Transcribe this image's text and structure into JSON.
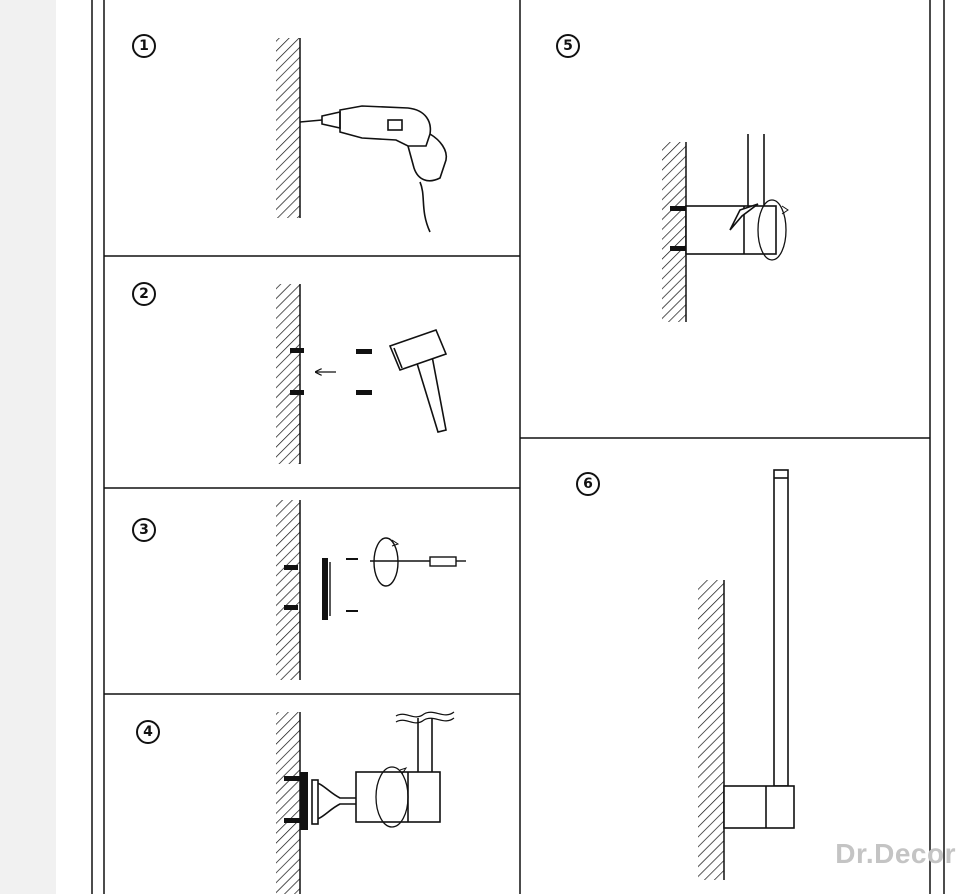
{
  "steps": [
    {
      "number": "1",
      "action": "drill-holes"
    },
    {
      "number": "2",
      "action": "hammer-anchors"
    },
    {
      "number": "3",
      "action": "screw-mounting-plate"
    },
    {
      "number": "4",
      "action": "attach-lamp-body"
    },
    {
      "number": "5",
      "action": "tighten-set-screw"
    },
    {
      "number": "6",
      "action": "finished-installation"
    }
  ],
  "watermark": "Dr.Decor",
  "colors": {
    "line": "#111111",
    "margin": "#f1f1f1",
    "watermark": "#c4c4c4"
  }
}
